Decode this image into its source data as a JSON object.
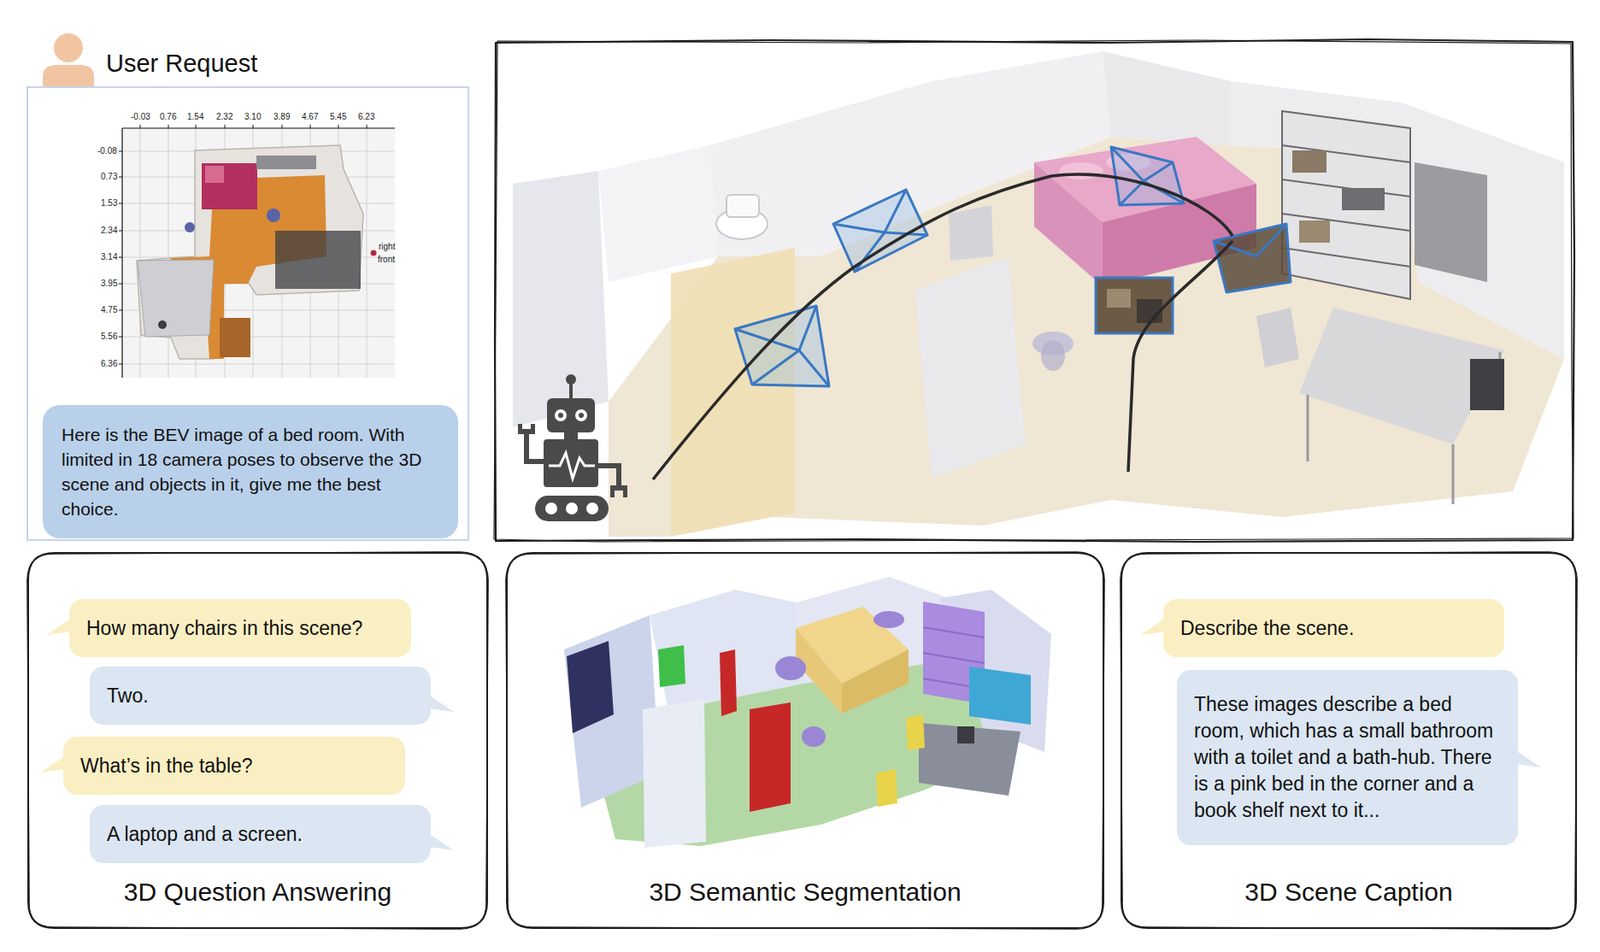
{
  "diagram": {
    "nodes": [
      {
        "text": [
          "User Request"
        ]
      },
      {
        "text": [
          "Here is the BEV image of a bed room. With limited in 18 camera poses to observe the 3D scene and objects in it, give me the best choice."
        ],
        "in": 0
      },
      {
        "text": [
          "3D Question Answering"
        ]
      },
      {
        "text": [
          "How many chairs in this scene?"
        ],
        "in": 2
      },
      {
        "text": [
          "Two."
        ],
        "in": 2
      },
      {
        "text": [
          "What’s in the table?"
        ],
        "in": 2
      },
      {
        "text": [
          "A laptop and a screen."
        ],
        "in": 2
      },
      {
        "text": [
          "3D Semantic Segmentation"
        ]
      },
      {
        "text": [
          "3D Scene Caption"
        ]
      },
      {
        "text": [
          "Describe the scene."
        ],
        "in": 8
      },
      {
        "text": [
          "These images describe a bed room, which has a small bathroom with a toilet and a bath-hub. There is a pink bed in the corner and a book shelf next to it..."
        ],
        "in": 8
      }
    ],
    "labels": [
      "-0.03",
      "0.76",
      "1.54",
      "2.32",
      "3.10",
      "3.89",
      "4.67",
      "5.45",
      "6.23",
      "-0.08",
      "0.73",
      "1.53",
      "2.34",
      "3.14",
      "3.95",
      "4.75",
      "5.56",
      "6.36",
      "right",
      "front"
    ]
  }
}
